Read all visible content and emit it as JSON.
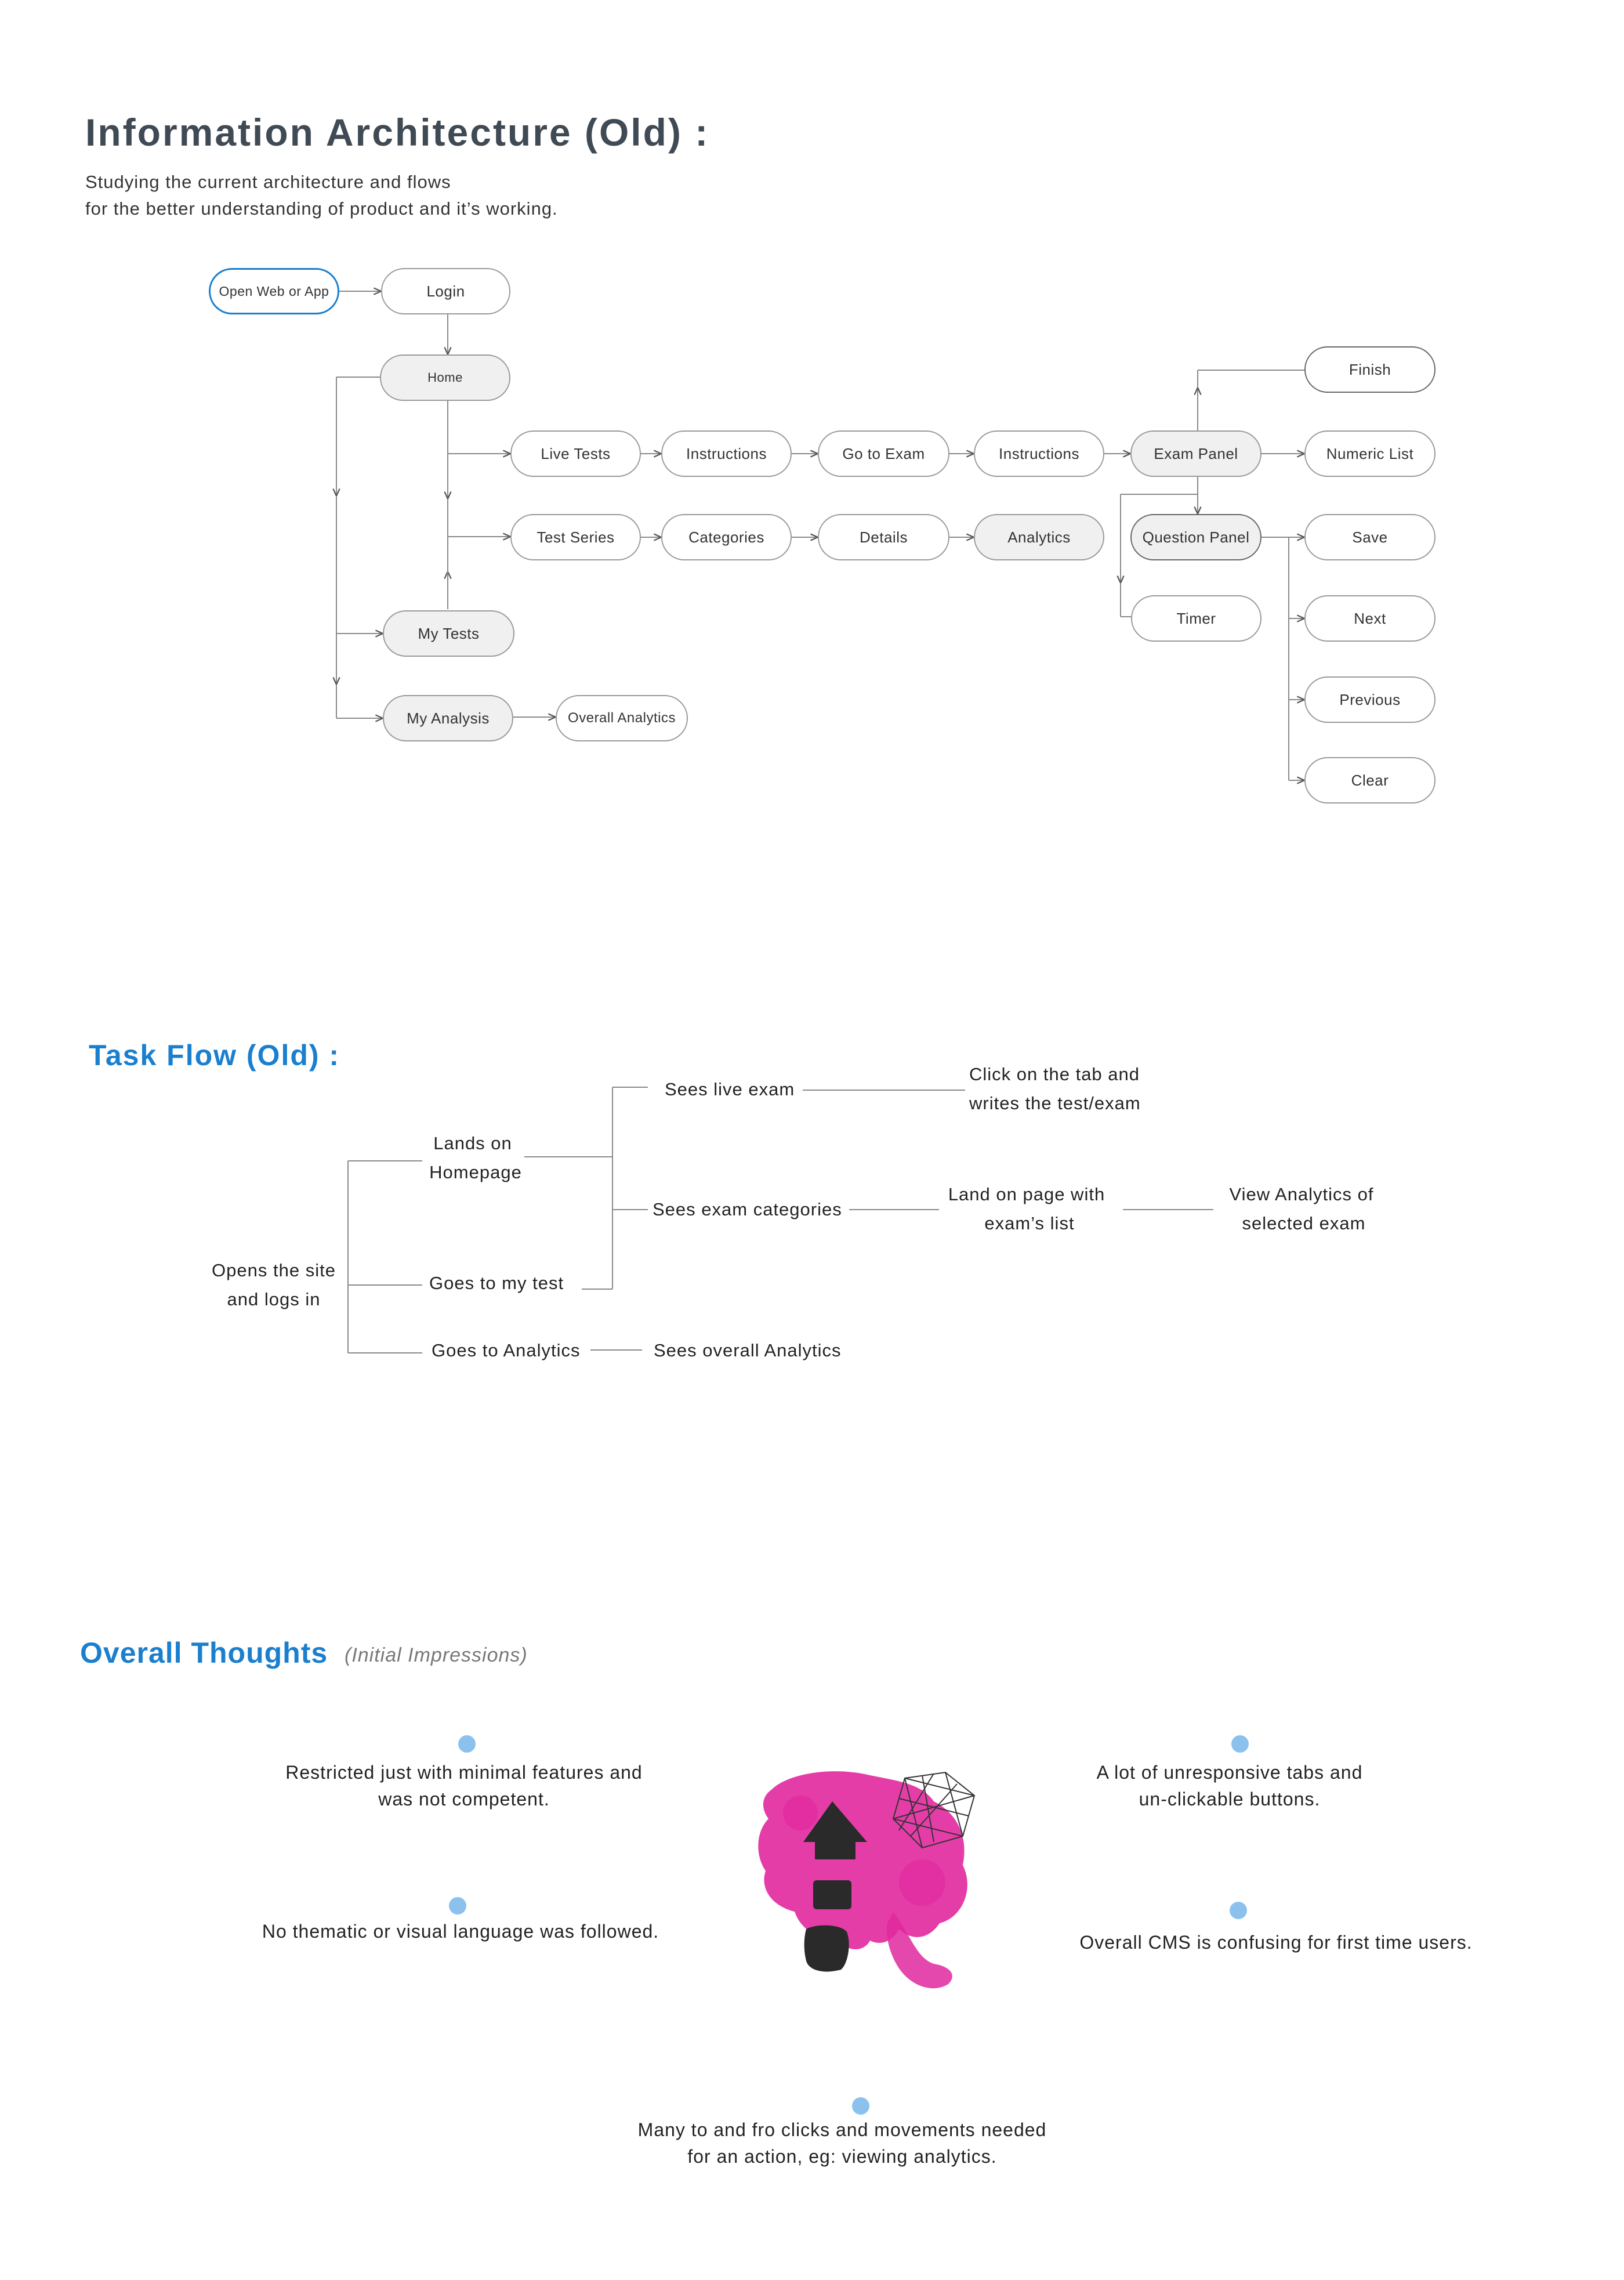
{
  "colors": {
    "heading_dark": "#3f4a55",
    "accent_blue": "#1a7fcf",
    "dot_blue": "#8cc1ee",
    "line_gray": "#777777"
  },
  "info_arch": {
    "title": "Information Architecture (Old) :",
    "subtitle_line1": "Studying the current architecture and flows",
    "subtitle_line2": "for the better understanding of product and it’s working.",
    "nodes": {
      "open_web": "Open Web or App",
      "login": "Login",
      "home": "Home",
      "live_tests": "Live Tests",
      "instructions_1": "Instructions",
      "go_to_exam": "Go to Exam",
      "instructions_2": "Instructions",
      "exam_panel": "Exam Panel",
      "finish": "Finish",
      "numeric_list": "Numeric List",
      "test_series": "Test Series",
      "categories": "Categories",
      "details": "Details",
      "analytics": "Analytics",
      "question_panel": "Question Panel",
      "save": "Save",
      "timer": "Timer",
      "next": "Next",
      "previous": "Previous",
      "clear": "Clear",
      "my_tests": "My Tests",
      "my_analysis": "My Analysis",
      "overall_analytics": "Overall Analytics"
    }
  },
  "task_flow": {
    "title": "Task Flow (Old) :",
    "opens_site_1": "Opens the site",
    "opens_site_2": "and logs in",
    "lands_on_1": "Lands on",
    "lands_on_2": "Homepage",
    "goes_my_test": "Goes to my test",
    "goes_analytics": "Goes to Analytics",
    "sees_live": "Sees live exam",
    "click_tab_1": "Click on the tab and",
    "click_tab_2": "writes the test/exam",
    "sees_categories": "Sees exam categories",
    "land_page_1": "Land on page with",
    "land_page_2": "exam’s list",
    "view_analytics_1": "View Analytics of",
    "view_analytics_2": "selected exam",
    "sees_overall": "Sees overall Analytics"
  },
  "thoughts": {
    "title": "Overall Thoughts",
    "note": "(Initial Impressions)",
    "t1_line1": "Restricted just with minimal features and",
    "t1_line2": "was not competent.",
    "t2_line1": "A lot of unresponsive tabs and",
    "t2_line2": "un-clickable buttons.",
    "t3": "No thematic or visual language was followed.",
    "t4": "Overall CMS is confusing for first time users.",
    "t5_line1": "Many to and fro clicks and movements needed",
    "t5_line2": "for an action, eg: viewing analytics."
  }
}
